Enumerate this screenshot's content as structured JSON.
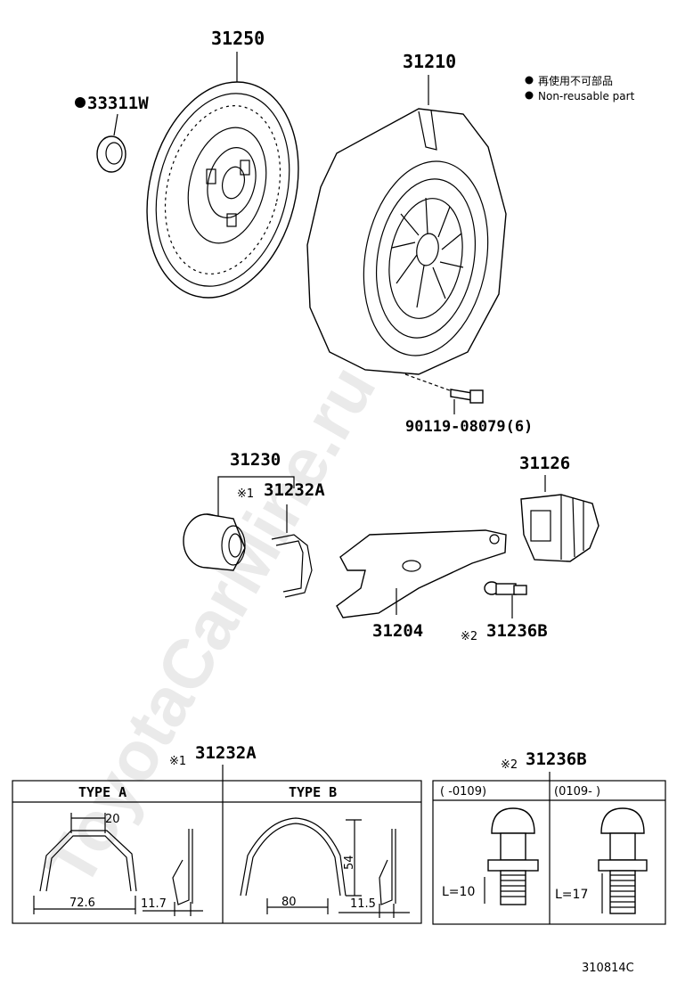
{
  "watermark": "ToyotaCarMine.ru",
  "legend": {
    "line1": "再使用不可部品",
    "line2": "Non-reusable part"
  },
  "parts": {
    "p31250": "31250",
    "p33311w": "33311W",
    "p31210": "31210",
    "p90119": "90119-08079(6)",
    "p31230": "31230",
    "p31232a_top": "31232A",
    "p31126": "31126",
    "p31204": "31204",
    "p31236b_top": "31236B",
    "mark1": "※1",
    "mark2": "※2"
  },
  "detail_a": {
    "mark": "※1",
    "part": "31232A",
    "type_a": "TYPE  A",
    "type_b": "TYPE  B",
    "dim_20": "20",
    "dim_72_6": "72.6",
    "dim_11_7": "11.7",
    "dim_54": "54",
    "dim_80": "80",
    "dim_11_5": "11.5"
  },
  "detail_b": {
    "mark": "※2",
    "part": "31236B",
    "col1": "(     -0109)",
    "col2": "(0109-      )",
    "len1": "L=10",
    "len2": "L=17"
  },
  "diagram_code": "310814C"
}
